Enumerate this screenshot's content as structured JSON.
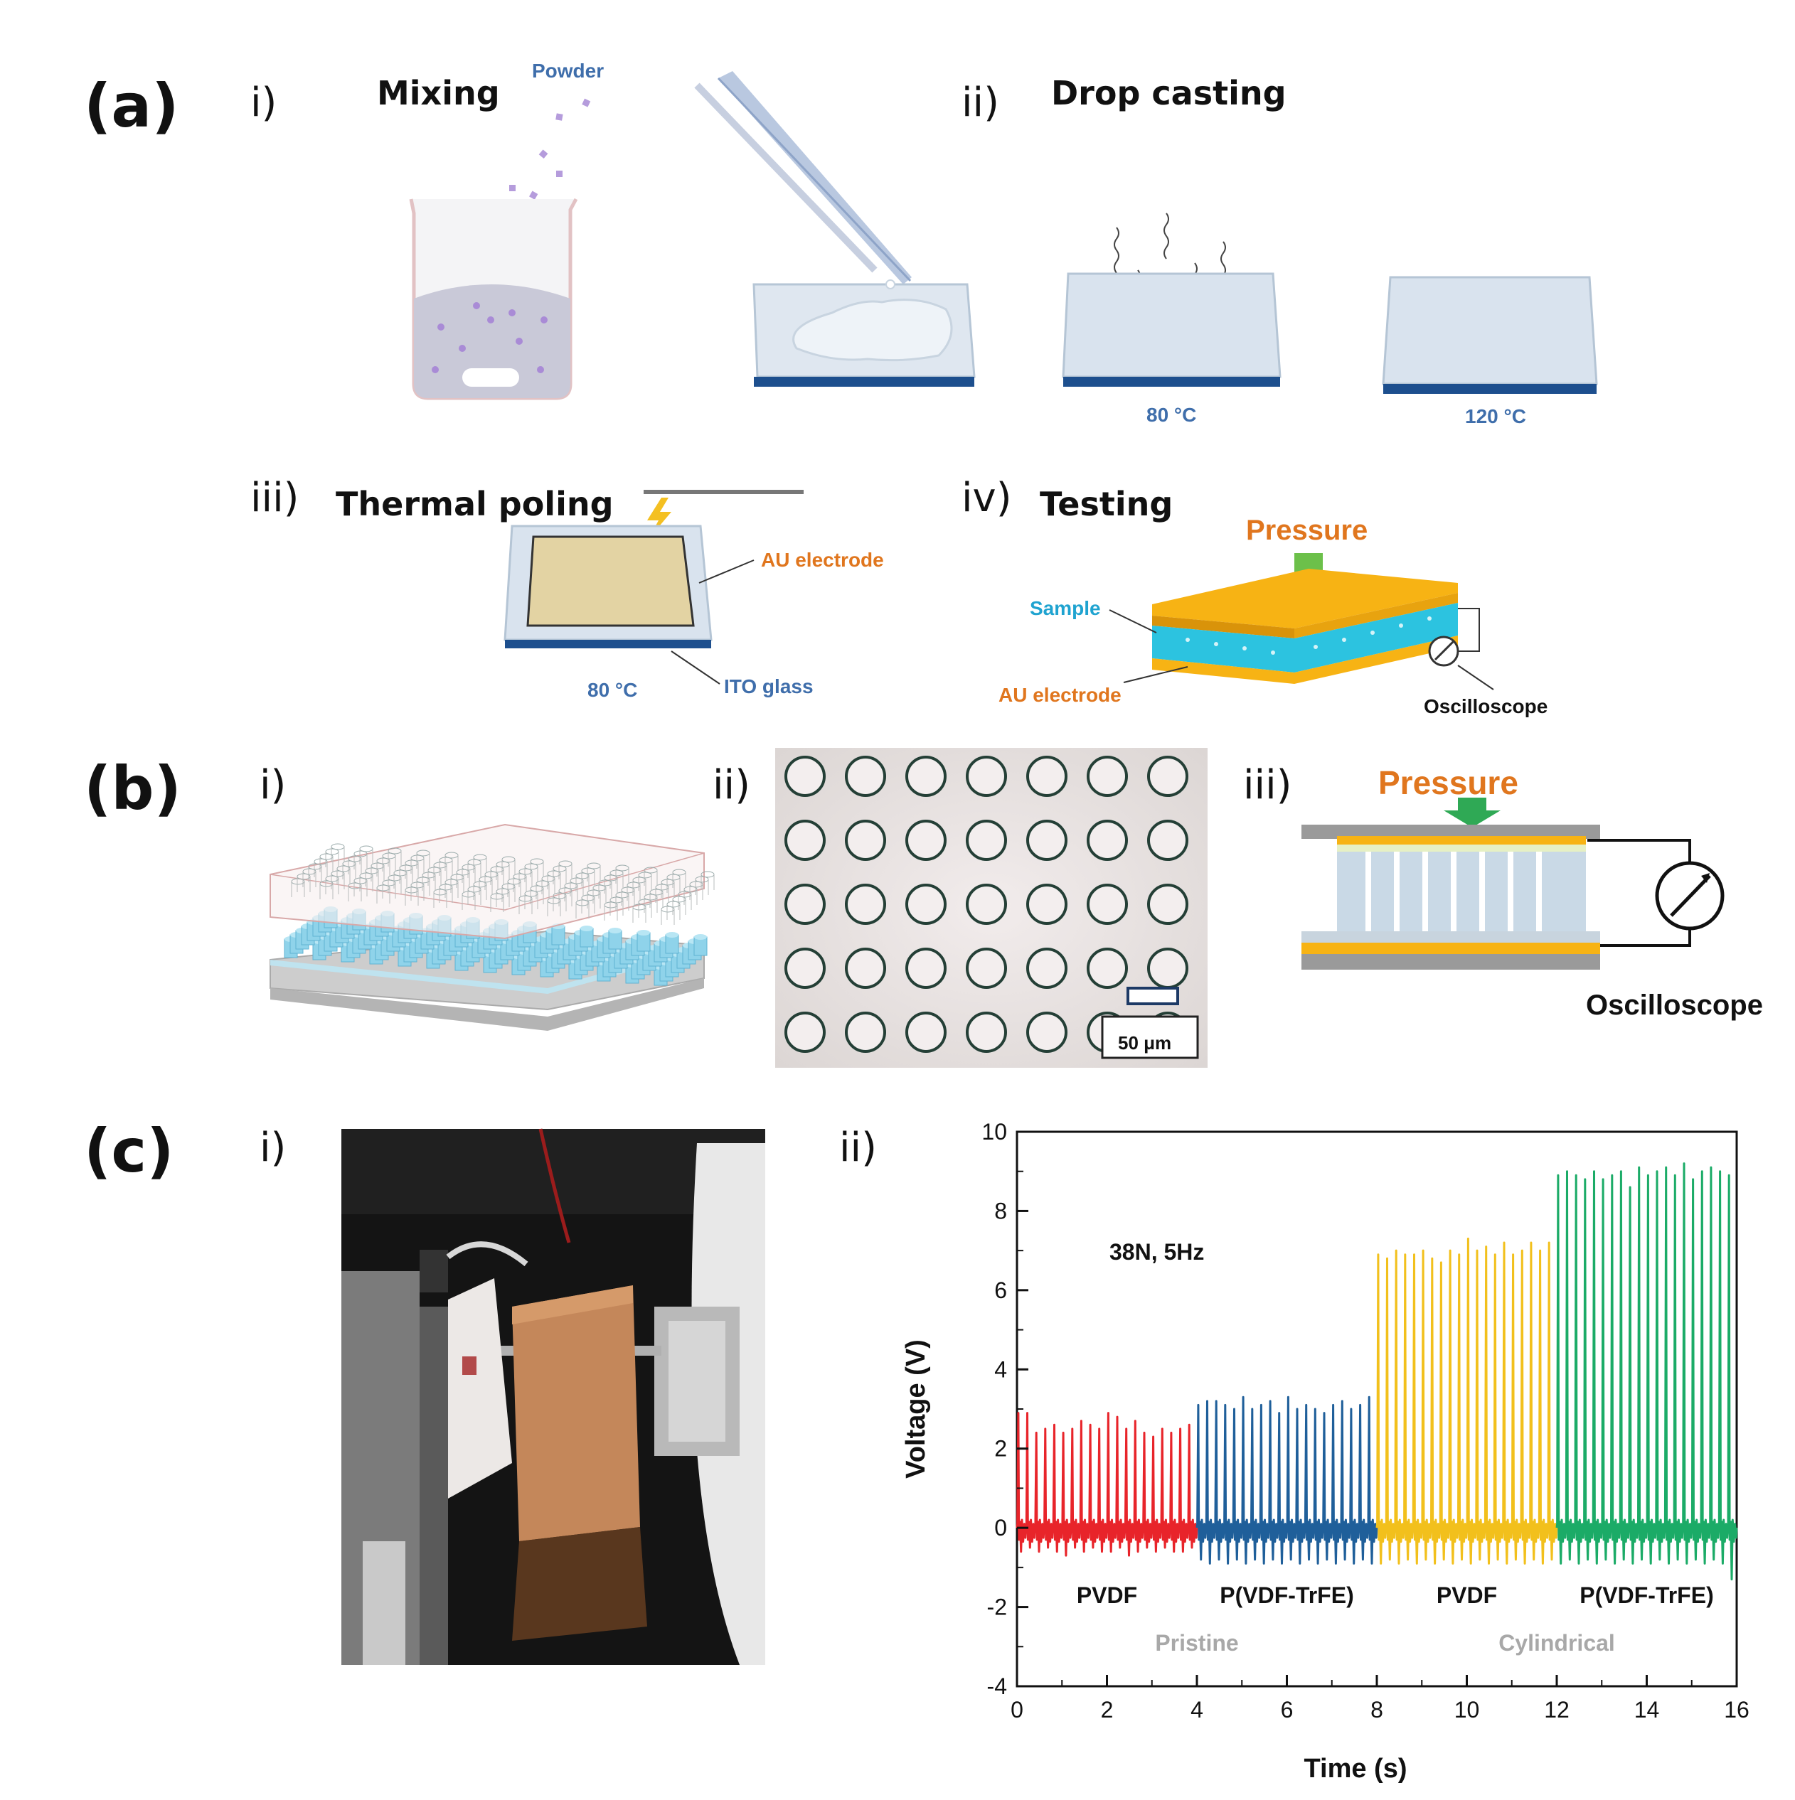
{
  "panels": {
    "a": {
      "label": "(a)",
      "step1": {
        "num": "i)",
        "title": "Mixing",
        "powder": "Powder"
      },
      "step2": {
        "num": "ii)",
        "title": "Drop casting",
        "temp1": "80 °C",
        "temp2": "120 °C"
      },
      "step3": {
        "num": "iii)",
        "title": "Thermal poling",
        "electrode": "AU electrode",
        "temp": "80 °C",
        "glass": "ITO glass"
      },
      "step4": {
        "num": "iv)",
        "title": "Testing",
        "pressure": "Pressure",
        "sample": "Sample",
        "electrode": "AU electrode",
        "oscilloscope": "Oscilloscope"
      }
    },
    "b": {
      "label": "(b)",
      "sub1": "i)",
      "sub2": "ii)",
      "scale_bar": "50 μm",
      "sub3": "iii)",
      "pressure": "Pressure",
      "oscilloscope": "Oscilloscope"
    },
    "c": {
      "label": "(c)",
      "sub1": "i)",
      "sub2": "ii)"
    }
  },
  "chart_data": {
    "type": "line",
    "xlabel": "Time (s)",
    "ylabel": "Voltage (V)",
    "xlim": [
      0,
      16
    ],
    "ylim": [
      -4,
      10
    ],
    "xticks": [
      0,
      2,
      4,
      6,
      8,
      10,
      12,
      14,
      16
    ],
    "yticks": [
      -4,
      -2,
      0,
      2,
      4,
      6,
      8,
      10
    ],
    "annotation": "38N, 5Hz",
    "group_labels": [
      "Pristine",
      "Cylindrical"
    ],
    "series": [
      {
        "name": "PVDF",
        "color": "#e8242a",
        "x_range": [
          0,
          4
        ],
        "frequency_hz": 5,
        "peaks": [
          2.9,
          2.9,
          2.4,
          2.5,
          2.6,
          2.4,
          2.5,
          2.7,
          2.6,
          2.5,
          2.9,
          2.8,
          2.5,
          2.7,
          2.4,
          2.3,
          2.5,
          2.4,
          2.5,
          2.6
        ],
        "troughs": [
          -0.6,
          -0.5,
          -0.6,
          -0.5,
          -0.6,
          -0.7,
          -0.5,
          -0.6,
          -0.5,
          -0.6,
          -0.6,
          -0.5,
          -0.7,
          -0.6,
          -0.5,
          -0.6,
          -0.5,
          -0.6,
          -0.6,
          -0.5
        ]
      },
      {
        "name": "P(VDF-TrFE)",
        "color": "#1f5f9a",
        "x_range": [
          4,
          8
        ],
        "frequency_hz": 5,
        "peaks": [
          3.1,
          3.2,
          3.2,
          3.1,
          3.0,
          3.3,
          3.0,
          3.1,
          3.2,
          2.9,
          3.3,
          3.0,
          3.1,
          3.0,
          2.9,
          3.1,
          3.2,
          3.0,
          3.1,
          3.3
        ],
        "troughs": [
          -0.8,
          -0.9,
          -0.8,
          -0.9,
          -0.8,
          -0.9,
          -0.8,
          -0.9,
          -0.8,
          -0.9,
          -0.8,
          -0.9,
          -0.8,
          -0.9,
          -0.8,
          -0.9,
          -0.8,
          -0.9,
          -0.8,
          -0.9
        ]
      },
      {
        "name": "PVDF",
        "color": "#f2c01c",
        "x_range": [
          8,
          12
        ],
        "frequency_hz": 5,
        "peaks": [
          6.9,
          6.8,
          7.0,
          6.9,
          6.9,
          7.0,
          6.8,
          6.7,
          7.0,
          6.9,
          7.3,
          7.0,
          7.1,
          6.9,
          7.2,
          6.9,
          7.0,
          7.2,
          7.0,
          7.2
        ],
        "troughs": [
          -0.9,
          -0.8,
          -0.9,
          -0.8,
          -0.9,
          -0.8,
          -0.9,
          -0.8,
          -0.9,
          -0.8,
          -0.9,
          -0.8,
          -0.9,
          -0.8,
          -0.9,
          -0.8,
          -0.9,
          -0.8,
          -0.9,
          -0.8
        ]
      },
      {
        "name": "P(VDF-TrFE)",
        "color": "#1bab67",
        "x_range": [
          12,
          16
        ],
        "frequency_hz": 5,
        "peaks": [
          8.9,
          9.0,
          8.9,
          8.8,
          9.0,
          8.8,
          8.9,
          9.0,
          8.6,
          9.1,
          8.9,
          9.0,
          9.1,
          8.9,
          9.2,
          8.8,
          9.0,
          9.1,
          9.0,
          8.9
        ],
        "troughs": [
          -0.9,
          -0.8,
          -0.9,
          -0.8,
          -0.9,
          -0.8,
          -0.9,
          -0.8,
          -0.9,
          -0.8,
          -0.9,
          -0.8,
          -0.9,
          -0.8,
          -0.9,
          -0.8,
          -0.9,
          -0.8,
          -0.9,
          -1.3
        ]
      }
    ]
  }
}
